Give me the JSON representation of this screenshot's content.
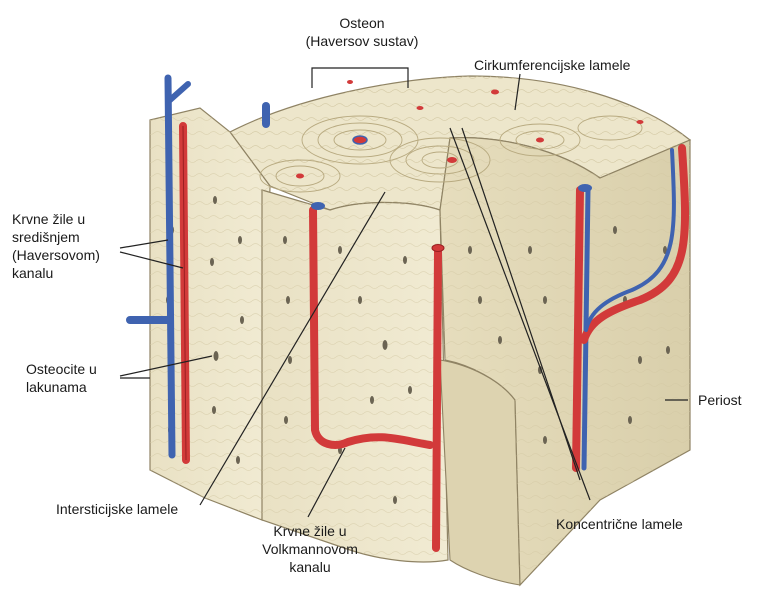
{
  "figure": {
    "labels": {
      "osteon_line1": "Osteon",
      "osteon_line2": "(Haversov sustav)",
      "circumferential": "Cirkumferencijske lamele",
      "haversian_vessels_line1": "Krvne žile u",
      "haversian_vessels_line2": "središnjem",
      "haversian_vessels_line3": "(Haversovom)",
      "haversian_vessels_line4": "kanalu",
      "osteocytes_line1": "Osteocite u",
      "osteocytes_line2": "lakunama",
      "periosteum": "Periost",
      "interstitial": "Intersticijske lamele",
      "volkmann_line1": "Krvne žile u",
      "volkmann_line2": "Volkmannovom",
      "volkmann_line3": "kanalu",
      "concentric": "Koncentrične lamele"
    },
    "colors": {
      "bone_light": "#efe8cf",
      "bone_mid": "#e2d8b6",
      "bone_shadow": "#c9bc93",
      "lacuna": "#5a5548",
      "artery": "#d23a3a",
      "artery_dark": "#9a1f22",
      "vein": "#3f63b0",
      "vein_dark": "#243f80",
      "leader": "#222222"
    }
  }
}
